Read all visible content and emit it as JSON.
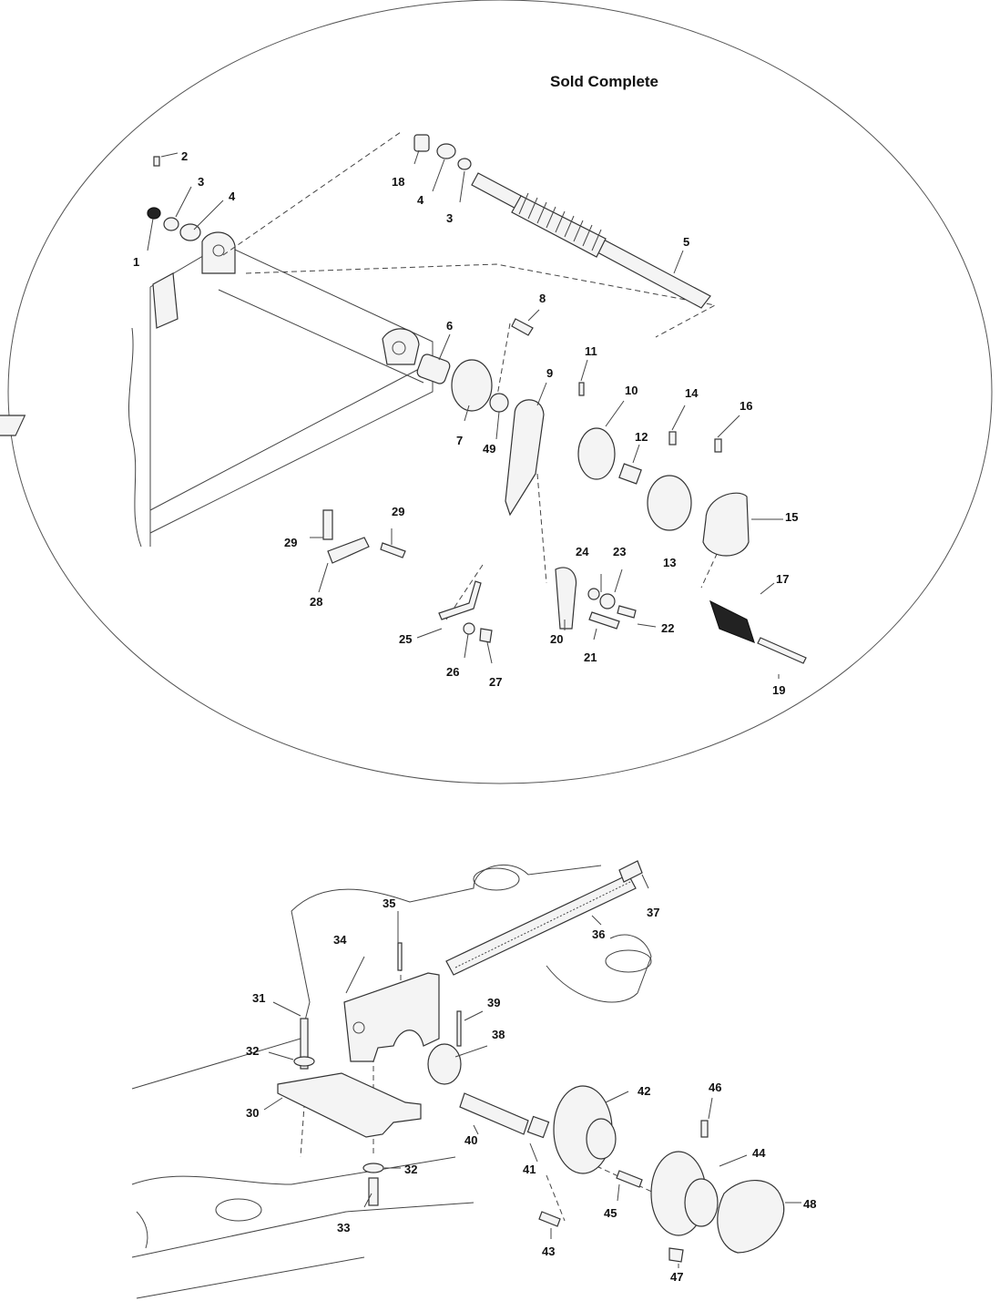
{
  "heading": "Sold Complete",
  "callouts_top": [
    "1",
    "2",
    "3",
    "4",
    "18",
    "4",
    "3",
    "5",
    "8",
    "6",
    "7",
    "49",
    "9",
    "11",
    "10",
    "14",
    "16",
    "12",
    "13",
    "15",
    "17",
    "19",
    "29",
    "29",
    "28",
    "24",
    "23",
    "22",
    "20",
    "21",
    "25",
    "26",
    "27"
  ],
  "callouts_bottom": [
    "35",
    "34",
    "36",
    "37",
    "31",
    "32",
    "39",
    "38",
    "30",
    "40",
    "41",
    "42",
    "46",
    "44",
    "48",
    "32",
    "33",
    "45",
    "43",
    "47"
  ],
  "colors": {
    "line": "#444444",
    "text": "#111111",
    "dark_part": "#222222"
  }
}
